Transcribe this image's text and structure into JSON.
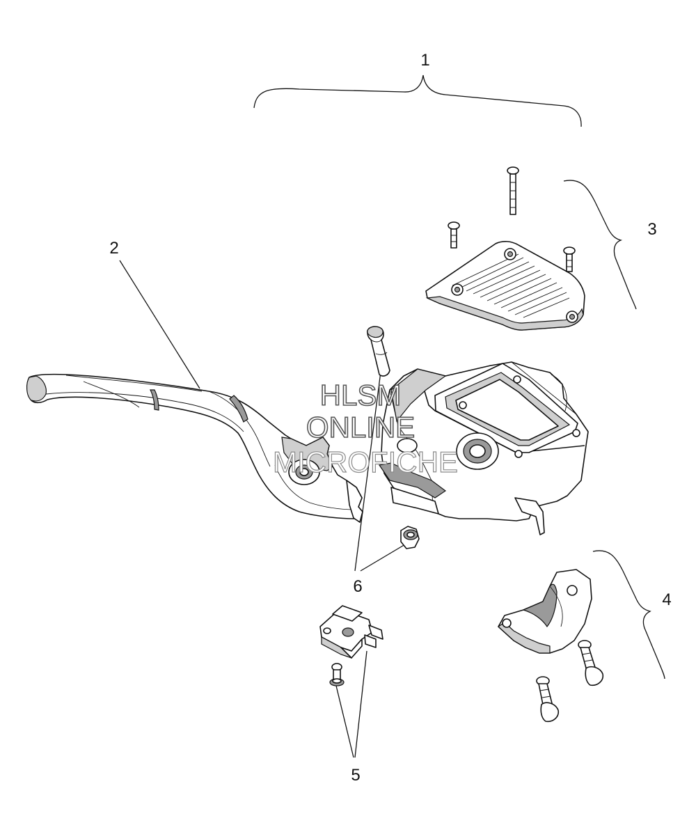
{
  "callouts": {
    "c1": "1",
    "c2": "2",
    "c3": "3",
    "c4": "4",
    "c5": "5",
    "c6": "6"
  },
  "watermark": {
    "line1": "HLSM",
    "line2": "ONLINE",
    "line3": "MICROFICHE"
  }
}
